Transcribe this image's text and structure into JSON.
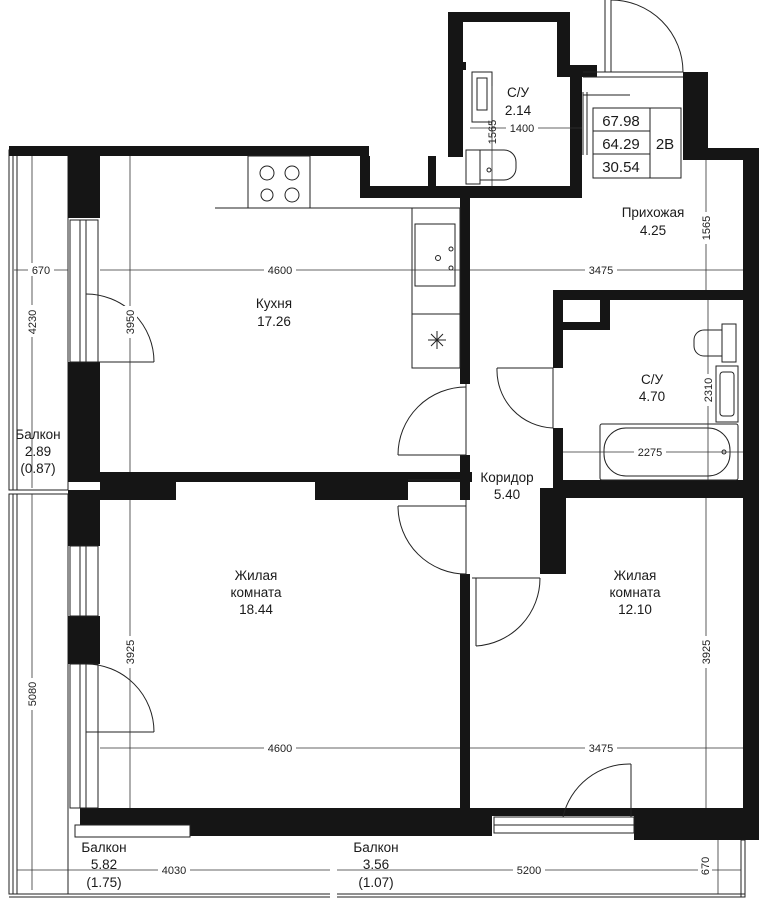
{
  "rooms": {
    "su_top": {
      "name": "С/У",
      "area": "2.14"
    },
    "kitchen": {
      "name": "Кухня",
      "area": "17.26"
    },
    "hall": {
      "name": "Прихожая",
      "area": "4.25"
    },
    "su_right": {
      "name": "С/У",
      "area": "4.70"
    },
    "corridor": {
      "name": "Коридор",
      "area": "5.40"
    },
    "living1": {
      "name_line1": "Жилая",
      "name_line2": "комната",
      "area": "18.44"
    },
    "living2": {
      "name_line1": "Жилая",
      "name_line2": "комната",
      "area": "12.10"
    },
    "balcony_top": {
      "name": "Балкон",
      "area": "2.89",
      "area2": "(0.87)"
    },
    "balcony_bl": {
      "name": "Балкон",
      "area": "5.82",
      "area2": "(1.75)"
    },
    "balcony_br": {
      "name": "Балкон",
      "area": "3.56",
      "area2": "(1.07)"
    }
  },
  "summary": {
    "total": "67.98",
    "living_total": "64.29",
    "living": "30.54",
    "type": "2В"
  },
  "dims": {
    "d1400": "1400",
    "d1565a": "1565",
    "d1565b": "1565",
    "d670a": "670",
    "d4230": "4230",
    "d3950": "3950",
    "d4600a": "4600",
    "d3475a": "3475",
    "d2310": "2310",
    "d2275": "2275",
    "d3925a": "3925",
    "d3925b": "3925",
    "d5080": "5080",
    "d4600b": "4600",
    "d3475b": "3475",
    "d4030": "4030",
    "d5200": "5200",
    "d670b": "670"
  }
}
